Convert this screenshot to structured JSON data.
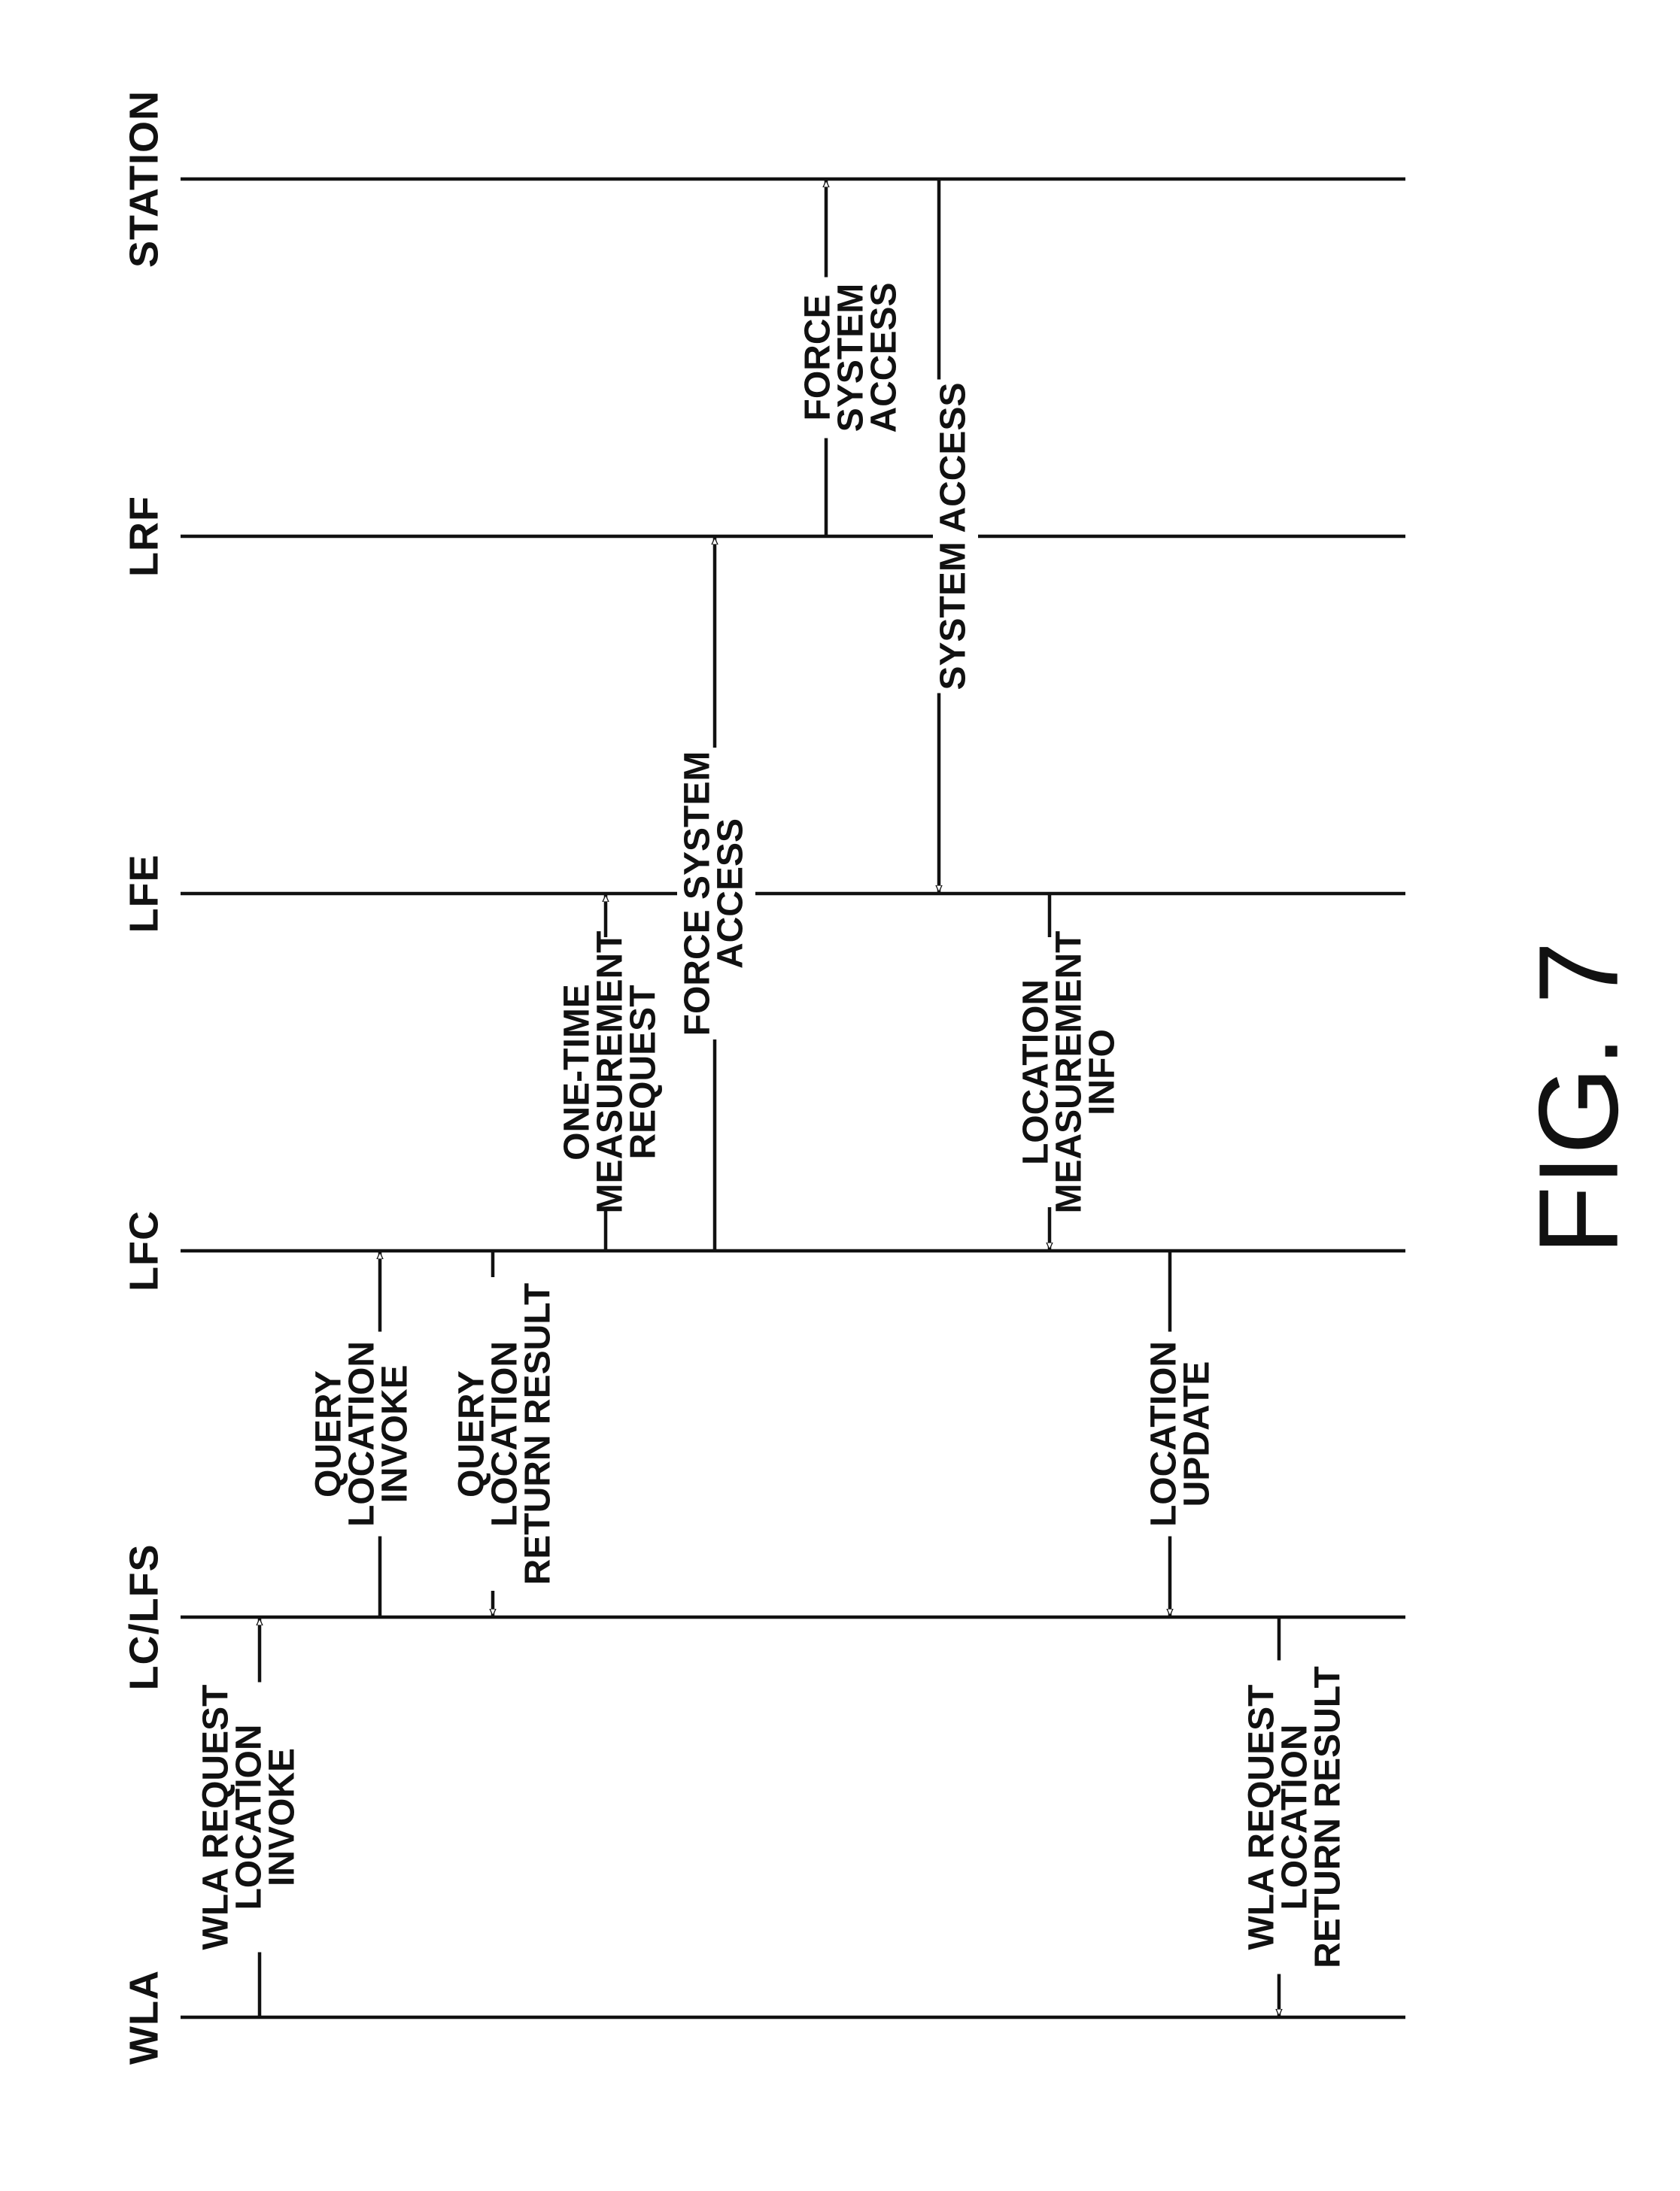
{
  "entities": [
    {
      "id": "STATION",
      "label": "STATION"
    },
    {
      "id": "LRF",
      "label": "LRF"
    },
    {
      "id": "LFE",
      "label": "LFE"
    },
    {
      "id": "LFC",
      "label": "LFC"
    },
    {
      "id": "LC_LFS",
      "label": "LC/LFS"
    },
    {
      "id": "WLA",
      "label": "WLA"
    }
  ],
  "messages": [
    {
      "id": "wla-request-invoke",
      "from": "WLA",
      "to": "LC_LFS",
      "lines": [
        "WLA REQUEST",
        "LOCATION",
        "INVOKE"
      ]
    },
    {
      "id": "query-location-invoke",
      "from": "LC_LFS",
      "to": "LFC",
      "lines": [
        "QUERY",
        "LOCATION",
        "INVOKE"
      ]
    },
    {
      "id": "query-location-return",
      "from": "LFC",
      "to": "LC_LFS",
      "lines": [
        "QUERY",
        "LOCATION",
        "RETURN RESULT"
      ]
    },
    {
      "id": "one-time-measurement-request",
      "from": "LFC",
      "to": "LFE",
      "lines": [
        "ONE-TIME",
        "MEASUREMENT",
        "REQUEST"
      ]
    },
    {
      "id": "force-system-access-lfc-lrf",
      "from": "LFC",
      "to": "LRF",
      "lines": [
        "FORCE SYSTEM",
        "ACCESS"
      ]
    },
    {
      "id": "force-system-access-lrf-station",
      "from": "LRF",
      "to": "STATION",
      "lines": [
        "FORCE",
        "SYSTEM",
        "ACCESS"
      ]
    },
    {
      "id": "system-access",
      "from": "STATION",
      "to": "LFE",
      "lines": [
        "SYSTEM ACCESS"
      ]
    },
    {
      "id": "location-measurement-info",
      "from": "LFE",
      "to": "LFC",
      "lines": [
        "LOCATION",
        "MEASUREMENT",
        "INFO"
      ]
    },
    {
      "id": "location-update",
      "from": "LFC",
      "to": "LC_LFS",
      "lines": [
        "LOCATION",
        "UPDATE"
      ]
    },
    {
      "id": "wla-request-return",
      "from": "LC_LFS",
      "to": "WLA",
      "lines": [
        "WLA REQUEST",
        "LOCATION",
        "RETURN RESULT"
      ]
    }
  ],
  "figure_label": "FIG. 7"
}
